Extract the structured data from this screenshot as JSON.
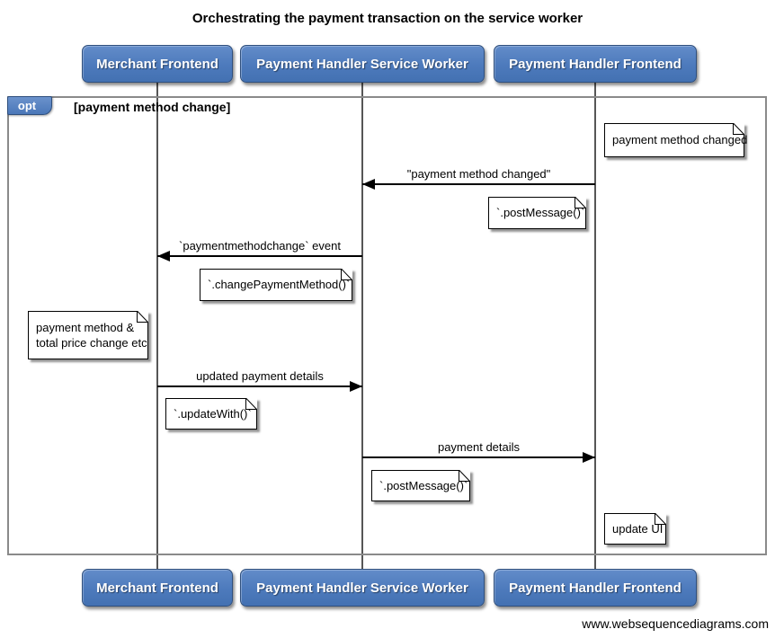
{
  "title": "Orchestrating the payment transaction on the service worker",
  "attribution": "www.websequencediagrams.com",
  "fragment": {
    "operator": "opt",
    "condition": "[payment method change]"
  },
  "actors": [
    {
      "label": "Merchant Frontend"
    },
    {
      "label": "Payment Handler Service Worker"
    },
    {
      "label": "Payment Handler Frontend"
    }
  ],
  "messages": [
    {
      "label": "\"payment method changed\"",
      "from": "Payment Handler Frontend",
      "to": "Payment Handler Service Worker",
      "direction": "left"
    },
    {
      "label": "`paymentmethodchange` event",
      "from": "Payment Handler Service Worker",
      "to": "Merchant Frontend",
      "direction": "left"
    },
    {
      "label": "updated payment details",
      "from": "Merchant Frontend",
      "to": "Payment Handler Service Worker",
      "direction": "right"
    },
    {
      "label": "payment details",
      "from": "Payment Handler Service Worker",
      "to": "Payment Handler Frontend",
      "direction": "right"
    }
  ],
  "notes": [
    {
      "text": "payment method changed"
    },
    {
      "text": "`.postMessage()`"
    },
    {
      "text": "`.changePaymentMethod()`"
    },
    {
      "text": "payment method &\ntotal price change etc"
    },
    {
      "text": "`.updateWith()`"
    },
    {
      "text": "`.postMessage()`"
    },
    {
      "text": "update UI"
    }
  ],
  "colors": {
    "actor_fill": "#4d7abc",
    "actor_border": "#2f4f7d",
    "frame_border": "#8a8a8a",
    "arrow": "#000000",
    "note_fill": "#ffffff",
    "lifeline": "#565656"
  }
}
